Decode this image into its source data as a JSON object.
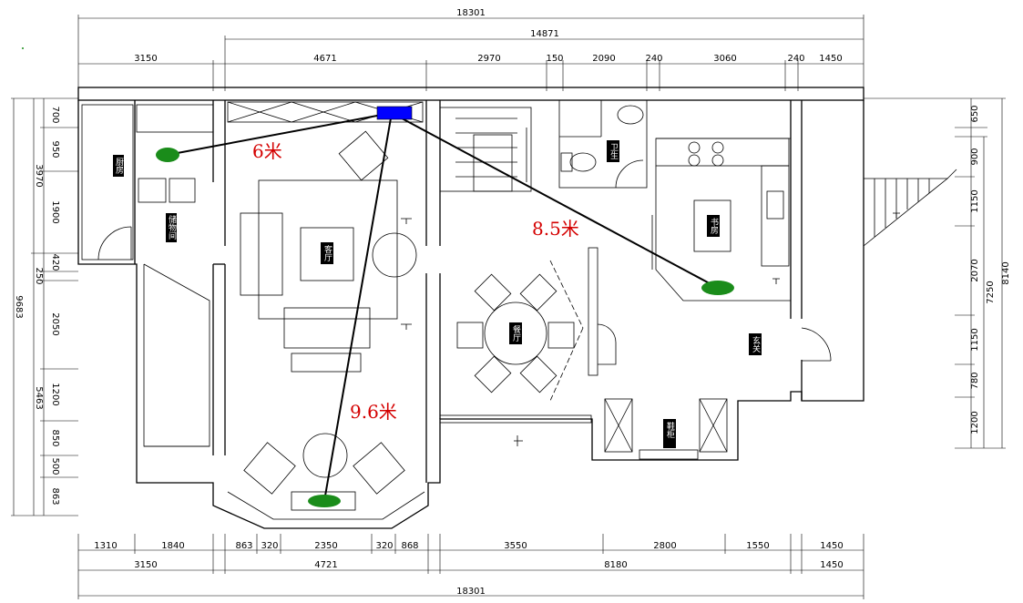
{
  "dimensions": {
    "top_total": "18301",
    "top_sub": "14871",
    "top_row": [
      "3150",
      "4671",
      "2970",
      "150",
      "2090",
      "240",
      "3060",
      "240",
      "1450"
    ],
    "bottom_row1": [
      "1310",
      "1840",
      "863",
      "320",
      "2350",
      "320",
      "868",
      "3550",
      "2800",
      "1550",
      "1450"
    ],
    "bottom_row2": [
      "3150",
      "4721",
      "8180",
      "1450"
    ],
    "bottom_total": "18301",
    "left_inner": [
      "700",
      "950",
      "1900",
      "420",
      "250",
      "2050",
      "1200",
      "850",
      "500",
      "863"
    ],
    "left_mid": [
      "3970",
      "5463"
    ],
    "left_total": "9683",
    "right_inner": [
      "650",
      "900",
      "1150",
      "2070",
      "1150",
      "780",
      "1200"
    ],
    "right_mid": "7250",
    "right_total": "8140"
  },
  "measurements": {
    "m1": "6米",
    "m2": "8.5米",
    "m3": "9.6米"
  },
  "rooms": {
    "kitchen_left": "厨房",
    "storage_left": "储物间",
    "living": "客厅",
    "dining": "餐厅",
    "study": "书房",
    "bathroom": "卫生",
    "entrance": "玄关",
    "shoe_cabinet": "鞋柜"
  },
  "colors": {
    "router": "#0000ff",
    "marker": "#1a8c1a",
    "measure_text": "#d40000"
  }
}
